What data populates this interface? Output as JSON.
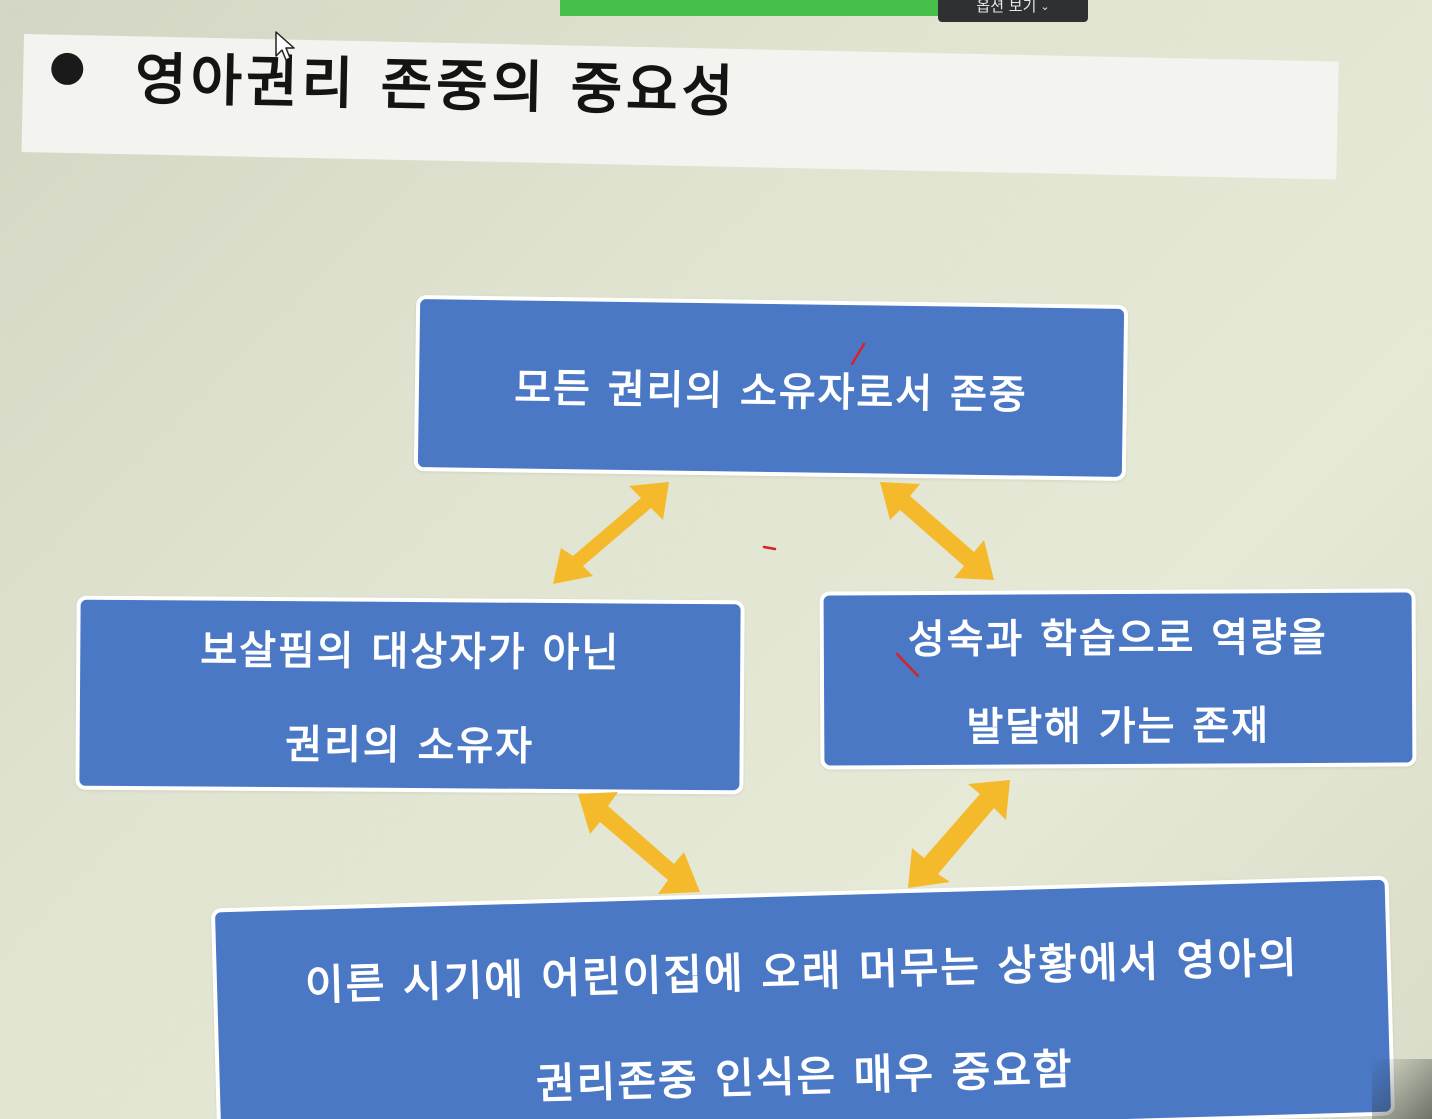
{
  "toolbar": {
    "view_options_label": "옵션 보기",
    "view_options_chevron": "⌄"
  },
  "slide": {
    "title": "영아권리 존중의 중요성",
    "box_top": {
      "lines": [
        "모든 권리의 소유자로서 존중"
      ]
    },
    "box_left": {
      "lines": [
        "보살핌의 대상자가 아닌",
        "권리의 소유자"
      ]
    },
    "box_right": {
      "lines": [
        "성숙과 학습으로 역량을",
        "발달해 가는 존재"
      ]
    },
    "box_bottom": {
      "lines": [
        "이른 시기에 어린이집에 오래 머무는 상황에서 영아의",
        "권리존중 인식은 매우 중요함"
      ]
    }
  },
  "colors": {
    "box_fill": "#4a78c4",
    "arrow": "#f5b92c",
    "title_bg": "#f3f3ef",
    "slide_bg": "#e1e4d0",
    "annotation_ink": "#d8222a"
  },
  "icons": {
    "cursor": "mouse-pointer-icon",
    "bullet": "bullet-dot-icon",
    "arrows": "double-headed-arrow-icon"
  }
}
